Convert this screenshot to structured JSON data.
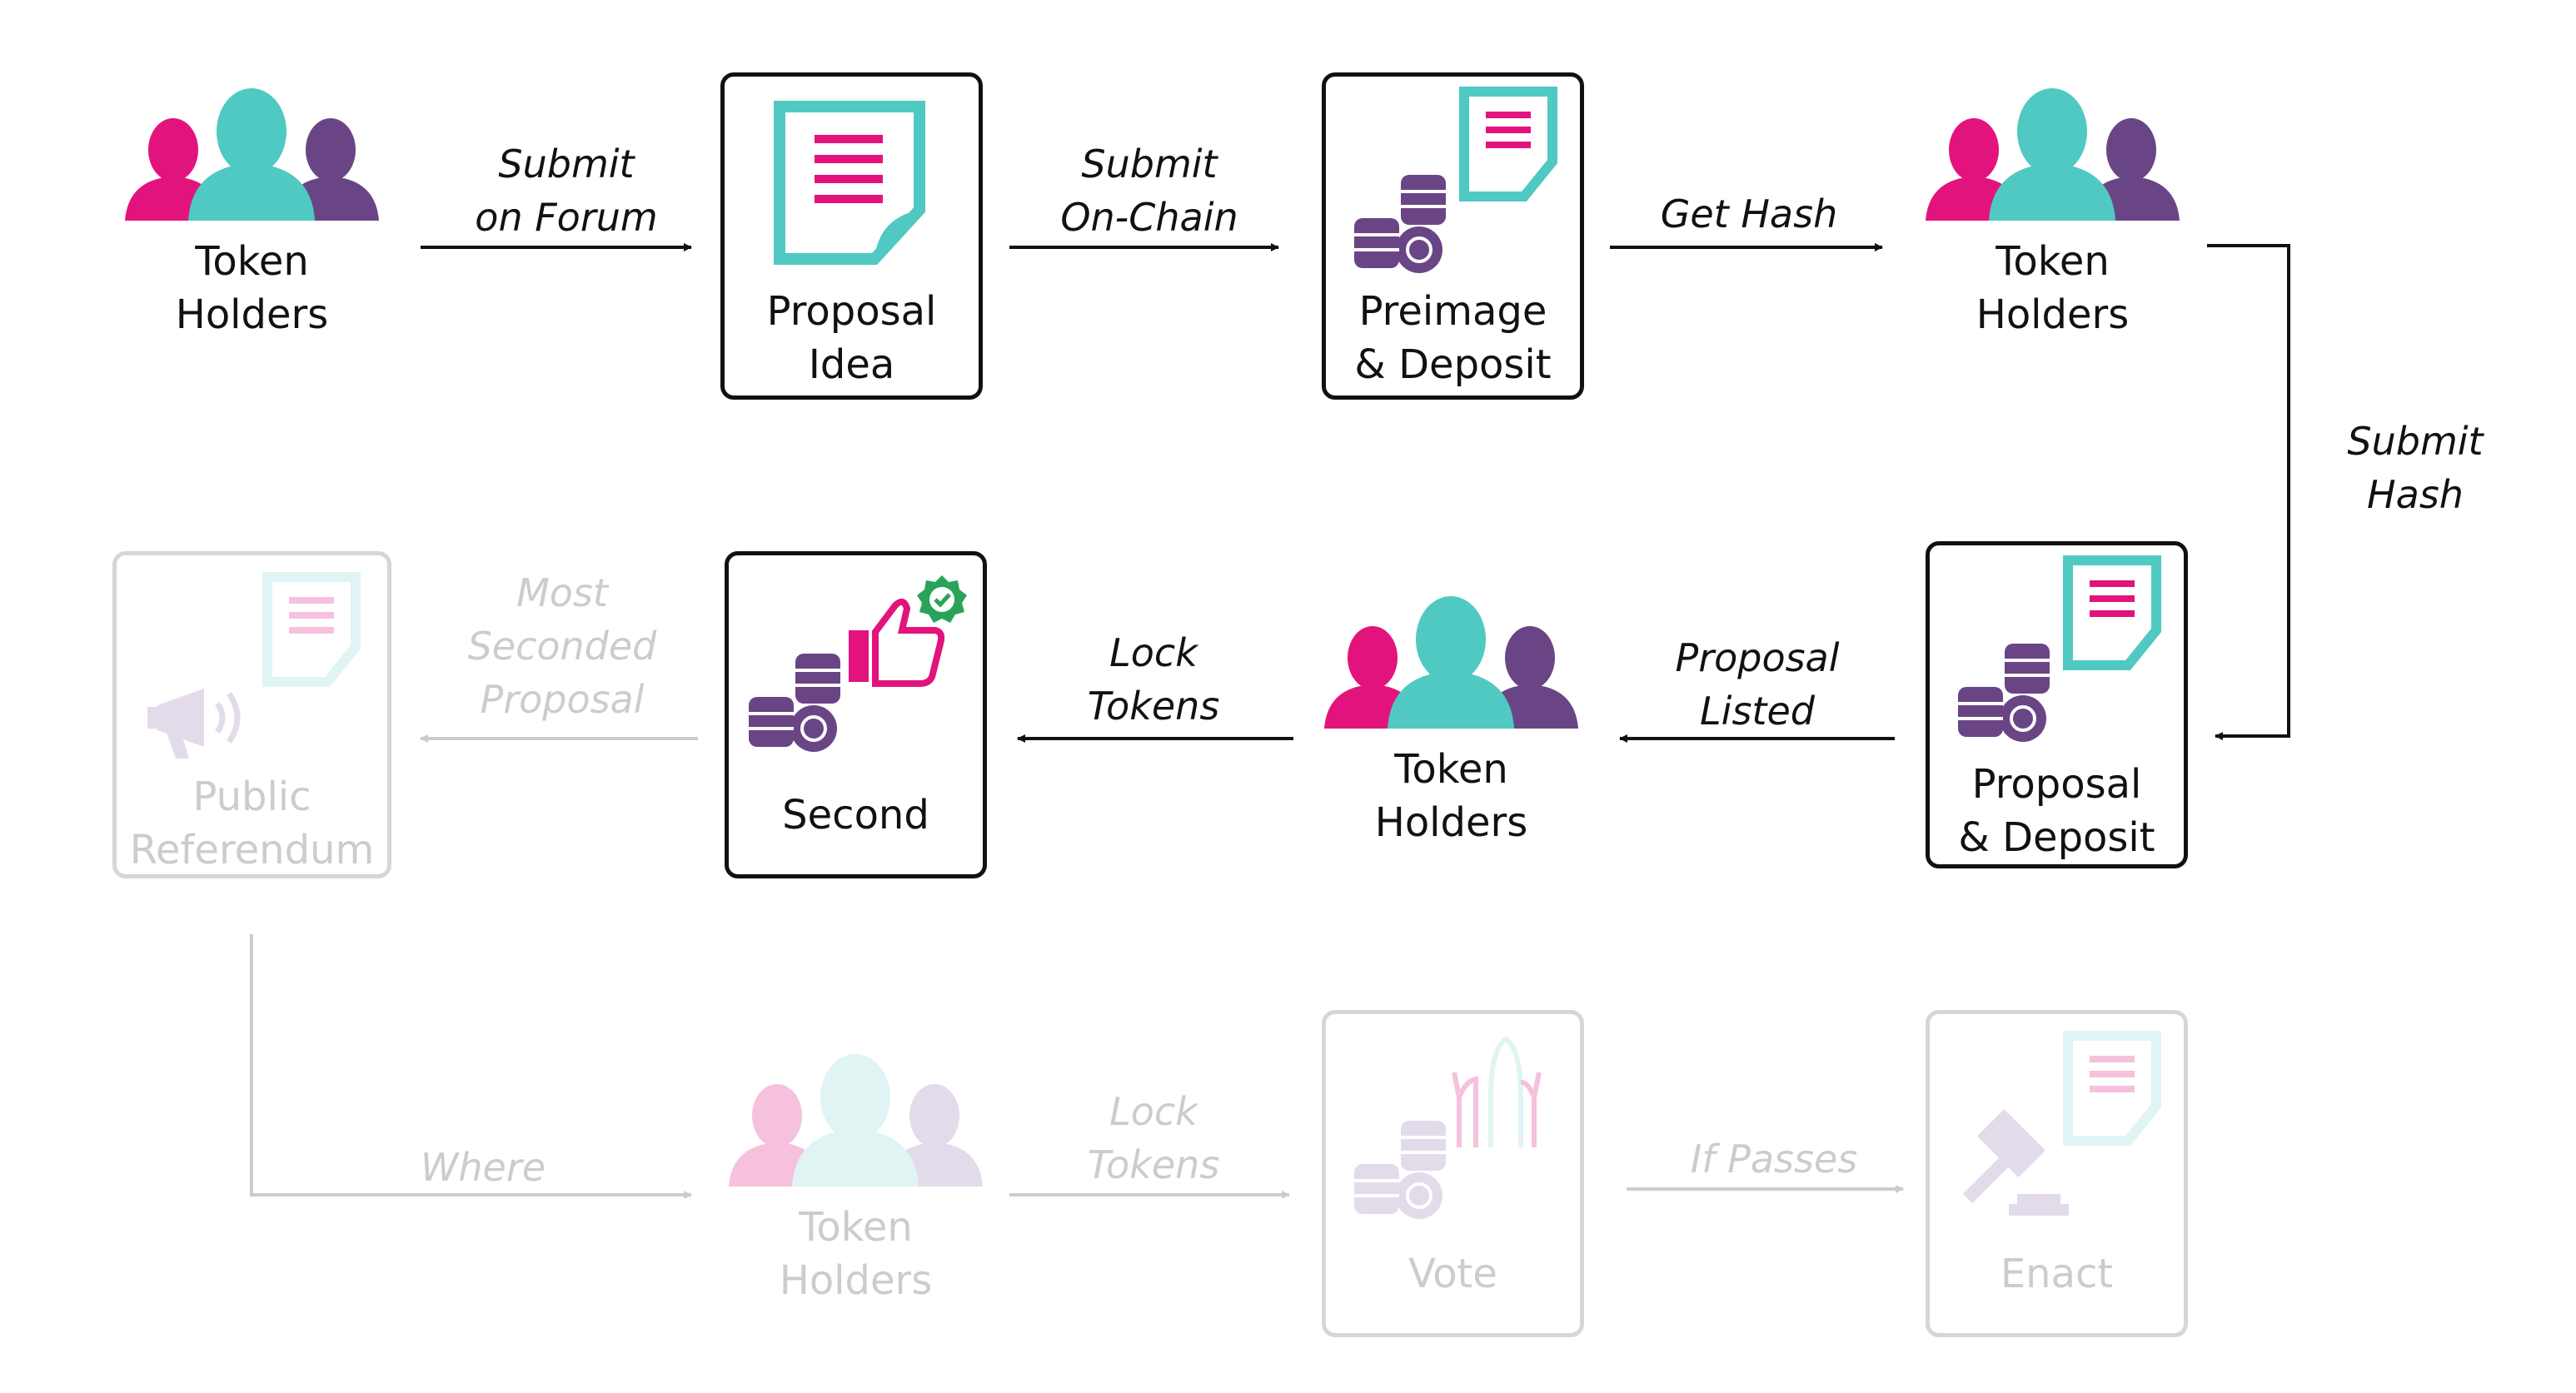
{
  "colors": {
    "magenta": "#e3137d",
    "teal": "#50c9c3",
    "purple": "#6a4585",
    "green": "#2aa35a",
    "active_stroke": "#111111",
    "faded_stroke": "#cccccc"
  },
  "nodes": {
    "token_holders_1": "Token\nHolders",
    "proposal_idea": "Proposal\nIdea",
    "preimage_deposit": "Preimage\n& Deposit",
    "token_holders_2": "Token\nHolders",
    "proposal_deposit": "Proposal\n& Deposit",
    "token_holders_3": "Token\nHolders",
    "second": "Second",
    "public_referendum": "Public\nReferendum",
    "token_holders_4": "Token\nHolders",
    "vote": "Vote",
    "enact": "Enact"
  },
  "edges": {
    "submit_on_forum": "Submit\non Forum",
    "submit_on_chain": "Submit\nOn-Chain",
    "get_hash": "Get Hash",
    "submit_hash": "Submit\nHash",
    "proposal_listed": "Proposal\nListed",
    "lock_tokens_1": "Lock\nTokens",
    "most_seconded_proposal": "Most\nSeconded\nProposal",
    "where": "Where",
    "lock_tokens_2": "Lock\nTokens",
    "if_passes": "If Passes"
  },
  "icons": [
    "people-icon",
    "document-icon",
    "coins-icon",
    "thumbs-up-icon",
    "check-badge-icon",
    "megaphone-icon",
    "raised-hands-icon",
    "gavel-icon"
  ]
}
